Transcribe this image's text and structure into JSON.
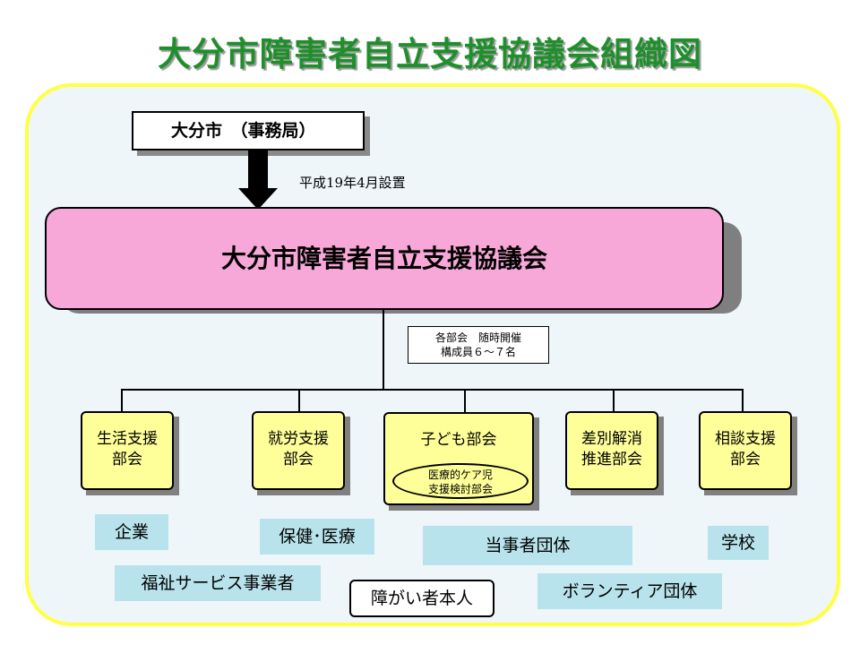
{
  "title": "大分市障害者自立支援協議会組織図",
  "office": "大分市　（事務局）",
  "established": "平成19年4月設置",
  "council": "大分市障害者自立支援協議会",
  "note": {
    "line1": "各部会　随時開催",
    "line2": "構成員６～７名"
  },
  "subcommittees": [
    {
      "line1": "生活支援",
      "line2": "部会"
    },
    {
      "line1": "就労支援",
      "line2": "部会"
    },
    {
      "line1": "子ども部会",
      "sub": {
        "line1": "医療的ケア児",
        "line2": "支援検討部会"
      }
    },
    {
      "line1": "差別解消",
      "line2": "推進部会"
    },
    {
      "line1": "相談支援",
      "line2": "部会"
    }
  ],
  "participants": [
    "企業",
    "保健･医療",
    "当事者団体",
    "学校",
    "福祉サービス事業者",
    "障がい者本人",
    "ボランティア団体"
  ],
  "colors": {
    "title": "#1f8f2c",
    "frame_border": "#ffff44",
    "frame_fill": "#eef6fa",
    "council_fill": "#f7a8d8",
    "subcommittee_fill": "#ffff99",
    "participant_fill": "#b9e3ec"
  }
}
